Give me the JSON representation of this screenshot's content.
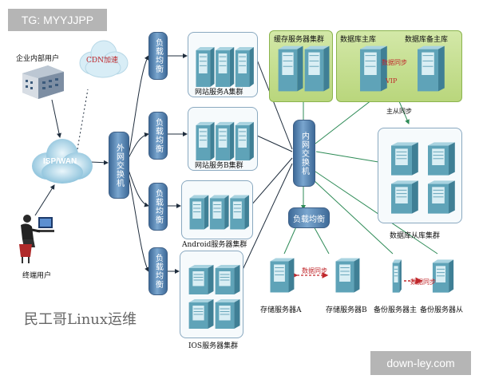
{
  "watermark_tl": "TG: MYYJJPP",
  "watermark_br": "down-ley.com",
  "brand": "民工哥Linux运维",
  "users": {
    "enterprise": "企业内部用户",
    "cdn": "CDN加速",
    "isp": "ISP/WAN",
    "terminal": "终端用户"
  },
  "switches": {
    "external": "外网交换机",
    "internal": "内网交换机"
  },
  "load_balancers": [
    {
      "label": "负载均衡"
    },
    {
      "label": "负载均衡"
    },
    {
      "label": "负载均衡"
    },
    {
      "label": "负载均衡"
    }
  ],
  "inner_lb": "负载均衡",
  "clusters": {
    "web_a": "网站服务A集群",
    "web_b": "网站服务B集群",
    "android": "Android服务器集群",
    "ios": "IOS服务器集群",
    "cache": "缓存服务器集群",
    "db_master": "数据库主库",
    "db_standby": "数据库备主库",
    "db_slave": "数据库从库集群",
    "storage_a": "存储服务器A",
    "storage_b": "存储服务器B",
    "backup_main": "备份服务器主",
    "backup_slave": "备份服务器从"
  },
  "annotations": {
    "db_sync": "数据同步",
    "vip": "VIP",
    "master_slave_sync": "主从同步",
    "storage_sync": "数据同步",
    "backup_sync": "数据同步"
  },
  "colors": {
    "switch": "#5a86b3",
    "server": "#5fa3b8",
    "green_panel": "#c6df92",
    "sync": "#c0282c"
  }
}
